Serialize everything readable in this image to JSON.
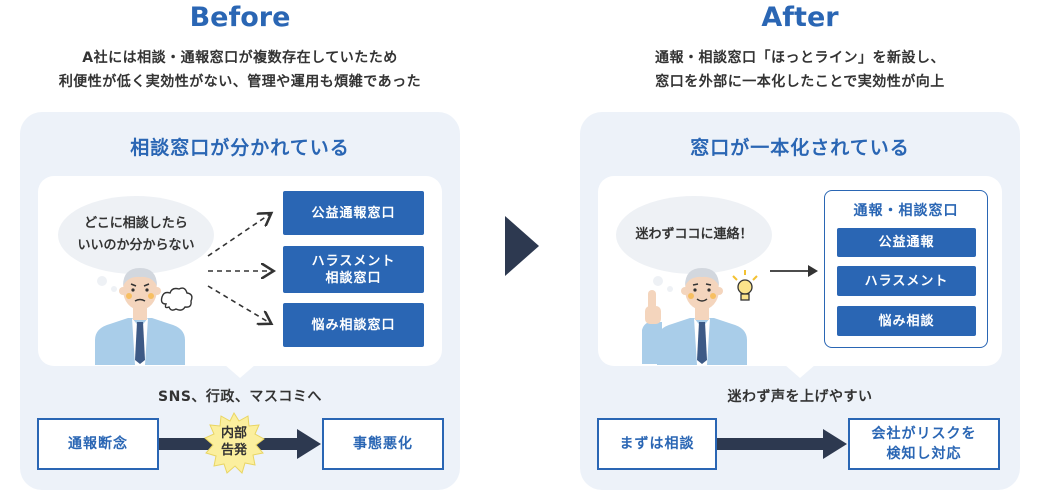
{
  "colors": {
    "accent": "#2a66b4",
    "panel_bg": "#edf2f9",
    "dark": "#2d3950"
  },
  "before": {
    "heading": "Before",
    "desc_line1": "A社には相談・通報窓口が複数存在していたため",
    "desc_line2": "利便性が低く実効性がない、管理や運用も煩雑であった",
    "panel_title": "相談窓口が分かれている",
    "bubble": "どこに相談したら\nいいのか分からない",
    "channels": [
      "公益通報窓口",
      "ハラスメント\n相談窓口",
      "悩み相談窓口"
    ],
    "caption": "SNS、行政、マスコミへ",
    "flow_start": "通報断念",
    "starburst": "内部\n告発",
    "flow_end": "事態悪化"
  },
  "after": {
    "heading": "After",
    "desc_line1": "通報・相談窓口「ほっとライン」を新設し、",
    "desc_line2": "窓口を外部に一本化したことで実効性が向上",
    "panel_title": "窓口が一本化されている",
    "bubble": "迷わずココに連絡！",
    "group_title": "通報・相談窓口",
    "channels": [
      "公益通報",
      "ハラスメント",
      "悩み相談"
    ],
    "caption": "迷わず声を上げやすい",
    "flow_start": "まずは相談",
    "flow_end": "会社がリスクを\n検知し対応"
  },
  "icons": [
    "person-confused-icon",
    "frustration-puff-icon",
    "person-pointing-icon",
    "lightbulb-icon",
    "chevron-right-icon"
  ]
}
